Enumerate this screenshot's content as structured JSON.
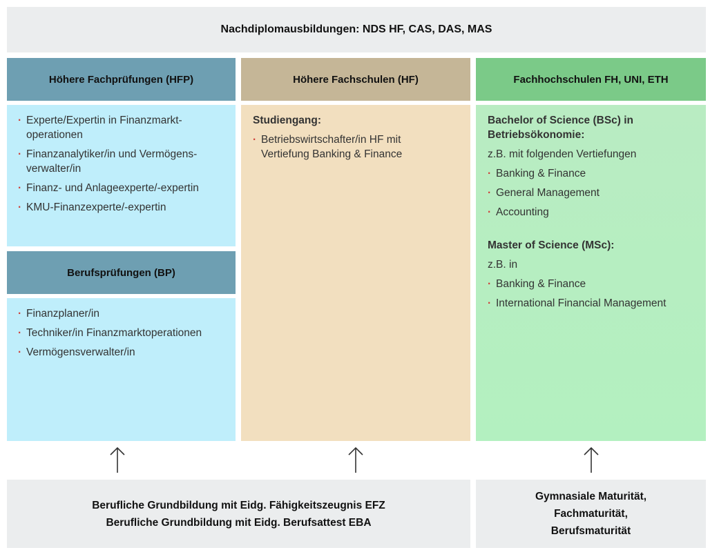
{
  "top_banner": "Nachdiplomausbildungen: NDS HF, CAS, DAS, MAS",
  "hfp": {
    "title": "Höhere Fachprüfungen (HFP)",
    "items": [
      "Experte/Expertin in Finanzmarkt-operationen",
      "Finanzanalytiker/in und Vermögens-verwalter/in",
      "Finanz- und Anlageexperte/-expertin",
      "KMU-Finanzexperte/-expertin"
    ]
  },
  "bp": {
    "title": "Berufsprüfungen (BP)",
    "items": [
      "Finanzplaner/in",
      "Techniker/in Finanzmarktoperationen",
      "Vermögensverwalter/in"
    ]
  },
  "hf": {
    "title": "Höhere Fachschulen (HF)",
    "heading": "Studiengang:",
    "items": [
      "Betriebswirtschafter/in HF mit Vertiefung Banking & Finance"
    ]
  },
  "fh": {
    "title": "Fachhochschulen FH, UNI, ETH",
    "bsc_heading": "Bachelor of Science (BSc) in Betriebsökonomie:",
    "bsc_intro": "z.B. mit folgenden Vertiefungen",
    "bsc_items": [
      "Banking & Finance",
      "General Management",
      "Accounting"
    ],
    "msc_heading": "Master of Science (MSc):",
    "msc_intro": "z.B. in",
    "msc_items": [
      "Banking & Finance",
      "International Financial Management"
    ]
  },
  "bottom_left": {
    "line1": "Berufliche Grundbildung mit Eidg. Fähigkeitszeugnis EFZ",
    "line2": "Berufliche Grundbildung mit Eidg. Berufsattest EBA"
  },
  "bottom_right": {
    "line1": "Gymnasiale Maturität,",
    "line2": "Fachmaturität,",
    "line3": "Berufsmaturität"
  },
  "bullet_symbol": "·",
  "colors": {
    "banner_grey": "#ebedee",
    "hfp_header": "#6e9fb2",
    "hfp_body": "#bfeefb",
    "hf_header": "#c5b697",
    "hf_body": "#f2dfbf",
    "fh_header": "#7bca88",
    "fh_body": "#b9ecc2",
    "bullet_red": "#d0403a"
  },
  "icons": [
    "up-arrow-icon"
  ]
}
